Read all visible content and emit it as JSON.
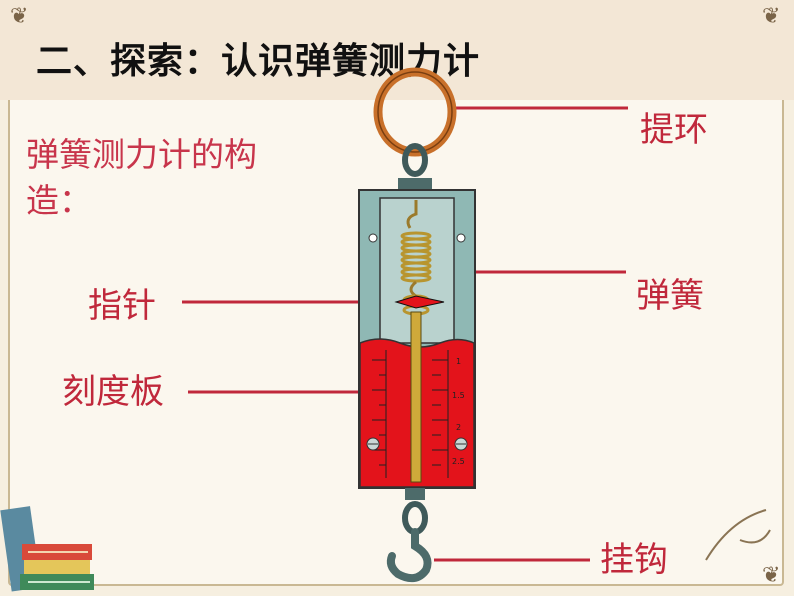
{
  "slide": {
    "title": "二、探索：认识弹簧测力计",
    "subtitle": "弹簧测力计的构造："
  },
  "labels": {
    "ring": "提环",
    "spring": "弹簧",
    "pointer": "指针",
    "scale": "刻度板",
    "hook": "挂钩"
  },
  "scale_marks": [
    "1",
    "1.5",
    "2",
    "2.5"
  ],
  "colors": {
    "label_red": "#c0283b",
    "case_teal": "#8fb8b4",
    "scale_red": "#e3131b",
    "ring_orange": "#c8702a"
  },
  "icons": {
    "books": "books-decoration-icon",
    "corner": "ornament-corner-icon"
  }
}
